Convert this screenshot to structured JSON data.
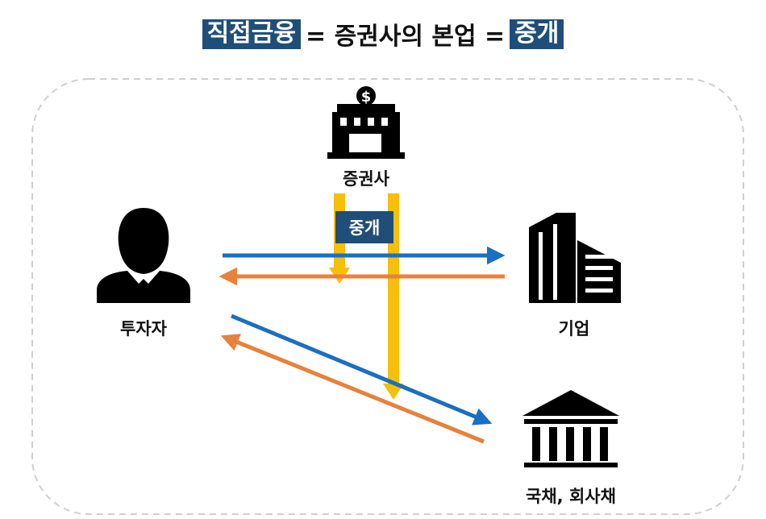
{
  "title": {
    "part1": "직접금융",
    "part2": "= 증권사의 본업 =",
    "part3": "중개"
  },
  "nodes": {
    "broker": "증권사",
    "investor": "투자자",
    "company": "기업",
    "bonds": "국채, 회사채"
  },
  "badge": "중개",
  "colors": {
    "blue_arrow": "#1a6fc2",
    "orange_arrow": "#e8813a",
    "yellow_arrow": "#f5bf0a",
    "highlight": "#1f4e79"
  },
  "icons": [
    "bank-building-icon",
    "person-icon",
    "office-building-icon",
    "government-building-icon"
  ]
}
